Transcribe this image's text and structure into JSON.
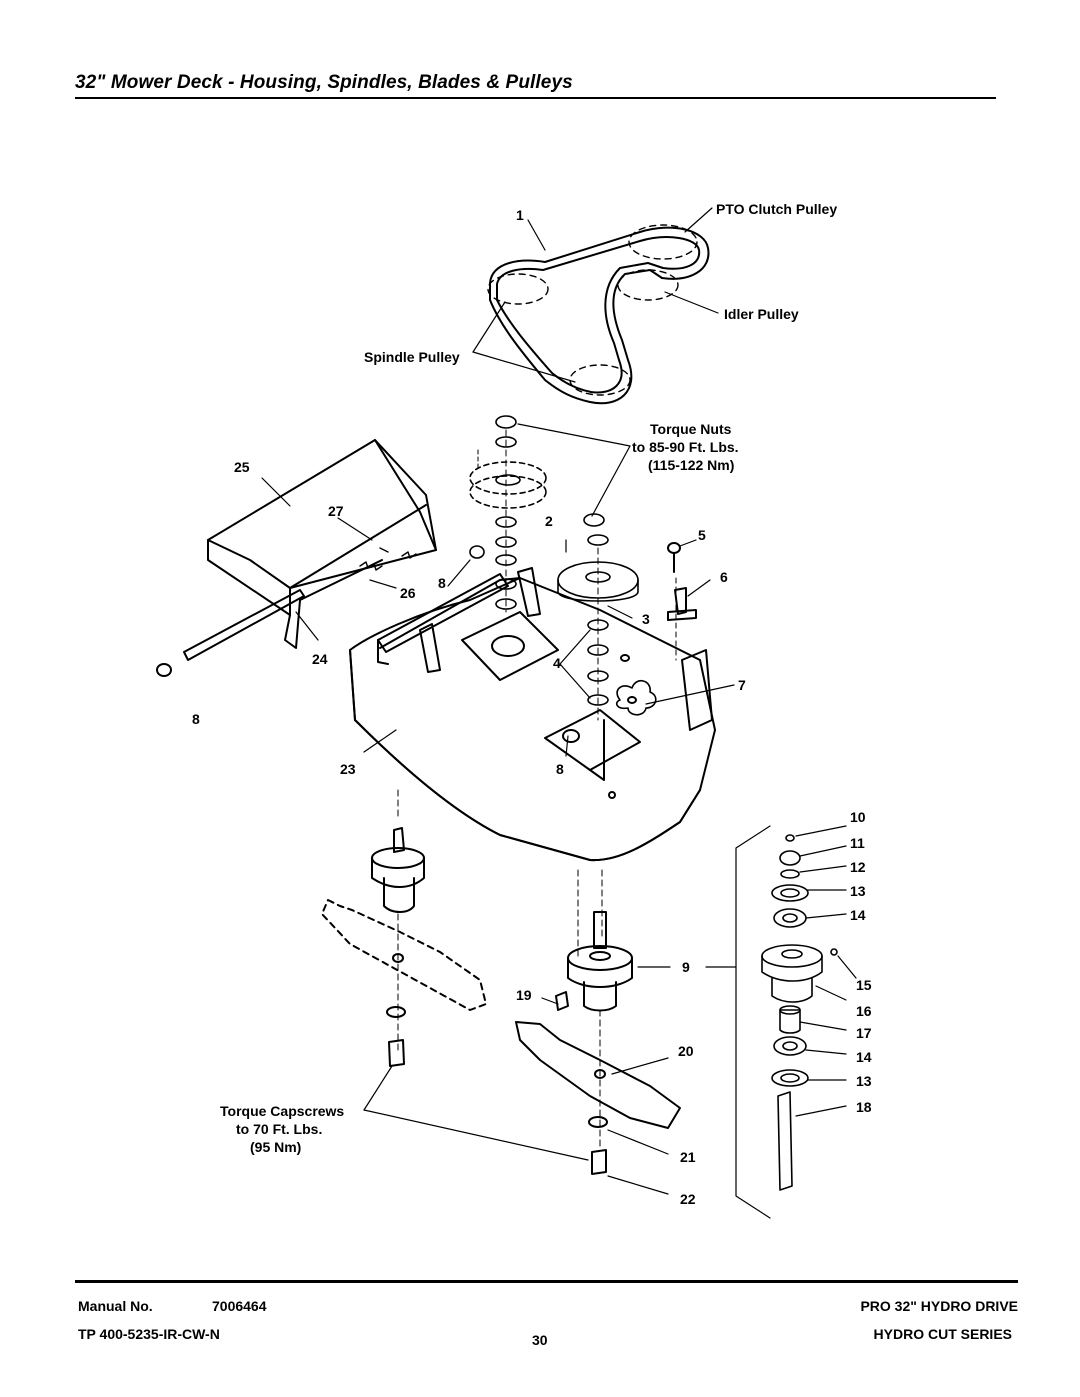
{
  "page": {
    "title": "32\" Mower Deck - Housing, Spindles, Blades & Pulleys"
  },
  "callouts": {
    "pto_clutch_pulley": "PTO Clutch Pulley",
    "idler_pulley": "Idler Pulley",
    "spindle_pulley": "Spindle Pulley",
    "torque_nuts_1": "Torque Nuts",
    "torque_nuts_2": "to 85-90 Ft. Lbs.",
    "torque_nuts_3": "(115-122 Nm)",
    "torque_capscrews_1": "Torque Capscrews",
    "torque_capscrews_2": "to 70 Ft. Lbs.",
    "torque_capscrews_3": "(95 Nm)"
  },
  "part_numbers": {
    "p1": "1",
    "p2": "2",
    "p3": "3",
    "p4": "4",
    "p5": "5",
    "p6": "6",
    "p7": "7",
    "p8a": "8",
    "p8b": "8",
    "p8c": "8",
    "p9": "9",
    "p10": "10",
    "p11": "11",
    "p12": "12",
    "p13a": "13",
    "p13b": "13",
    "p14a": "14",
    "p14b": "14",
    "p15": "15",
    "p16": "16",
    "p17": "17",
    "p18": "18",
    "p19": "19",
    "p20": "20",
    "p21": "21",
    "p22": "22",
    "p23": "23",
    "p24": "24",
    "p25": "25",
    "p26": "26",
    "p27": "27"
  },
  "footer": {
    "manual_label": "Manual No.",
    "manual_number": "7006464",
    "tp_code": "TP 400-5235-IR-CW-N",
    "page_number": "30",
    "product_line": "PRO 32\" HYDRO DRIVE",
    "series": "HYDRO CUT SERIES"
  }
}
